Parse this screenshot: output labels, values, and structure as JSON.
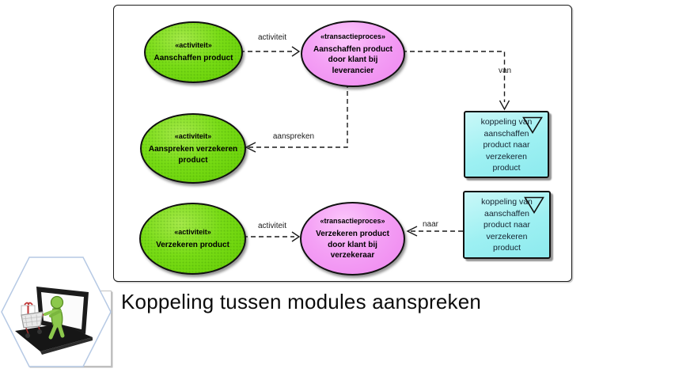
{
  "title": "Koppeling tussen modules aanspreken",
  "colors": {
    "activity_green": "#6fd40c",
    "transaction_pink": "#f191f3",
    "koppeling_cyan": "#9df0f2",
    "hexagon_border": "#b6c9e4",
    "connector_black": "#1a1a1a"
  },
  "diagram": {
    "nodes": {
      "green1": {
        "stereotype": "«activiteit»",
        "line1": "Aanschaffen product"
      },
      "pink1": {
        "stereotype": "«transactieproces»",
        "line1": "Aanschaffen product",
        "line2": "door klant bij",
        "line3": "leverancier"
      },
      "green2": {
        "stereotype": "«activiteit»",
        "line1": "Aanspreken verzekeren",
        "line2": "product"
      },
      "green3": {
        "stereotype": "«activiteit»",
        "line1": "Verzekeren product"
      },
      "pink2": {
        "stereotype": "«transactieproces»",
        "line1": "Verzekeren product",
        "line2": "door klant bij",
        "line3": "verzekeraar"
      },
      "koppeling1": {
        "line1": "koppeling van",
        "line2": "aanschaffen",
        "line3": "product naar",
        "line4": "verzekeren",
        "line5": "product"
      },
      "koppeling2": {
        "line1": "koppeling van",
        "line2": "aanschaffen",
        "line3": "product naar",
        "line4": "verzekeren",
        "line5": "product"
      }
    },
    "edges": {
      "activiteit_top": "activiteit",
      "van": "van",
      "aanspreken": "aanspreken",
      "activiteit_bottom": "activiteit",
      "naar": "naar"
    }
  }
}
